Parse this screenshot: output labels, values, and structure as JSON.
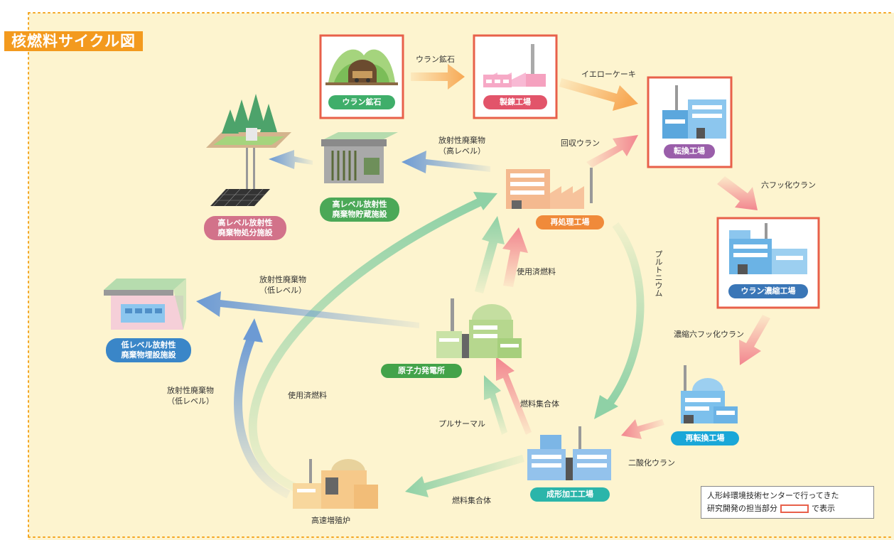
{
  "title": "核燃料サイクル図",
  "nodes": {
    "uranium_ore": "ウラン鉱石",
    "refinery": "製錬工場",
    "conversion": "転換工場",
    "enrichment": "ウラン濃縮工場",
    "reconversion": "再転換工場",
    "fabrication": "成形加工工場",
    "npp": "原子力発電所",
    "reprocessing": "再処理工場",
    "hlw_storage_1": "高レベル放射性",
    "hlw_storage_2": "廃棄物貯蔵施設",
    "hlw_disposal_1": "高レベル放射性",
    "hlw_disposal_2": "廃棄物処分施設",
    "llw_burial_1": "低レベル放射性",
    "llw_burial_2": "廃棄物埋設施設",
    "fbr": "高速増殖炉"
  },
  "flows": {
    "ore_to_refinery": "ウラン鉱石",
    "yellowcake": "イエローケーキ",
    "recovered_uranium": "回収ウラン",
    "uf6": "六フッ化ウラン",
    "enriched_uf6": "濃縮六フッ化ウラン",
    "uo2": "二酸化ウラン",
    "plutonium": "プルトニウム",
    "spent_fuel_npp": "使用済燃料",
    "fuel_assembly_npp": "燃料集合体",
    "pluthermal": "プルサーマル",
    "fuel_assembly_fbr": "燃料集合体",
    "spent_fuel_fbr": "使用済燃料",
    "hlw_1": "放射性廃棄物",
    "hlw_2": "（高レベル）",
    "llw_npp_1": "放射性廃棄物",
    "llw_npp_2": "（低レベル）",
    "llw_fbr_1": "放射性廃棄物",
    "llw_fbr_2": "（低レベル）"
  },
  "legend": {
    "line1": "人形峠環境技術センターで行ってきた",
    "line2_prefix": "研究開発の担当部分",
    "line2_suffix": "で表示"
  },
  "colors": {
    "background": "#fdf4cf",
    "title_bg": "#f39a1e",
    "highlight_border": "#e8604a",
    "arrow_orange": "#f7a955",
    "arrow_pink": "#f2868f",
    "arrow_green": "#8fd1a6",
    "arrow_blue": "#6c9ad4"
  }
}
